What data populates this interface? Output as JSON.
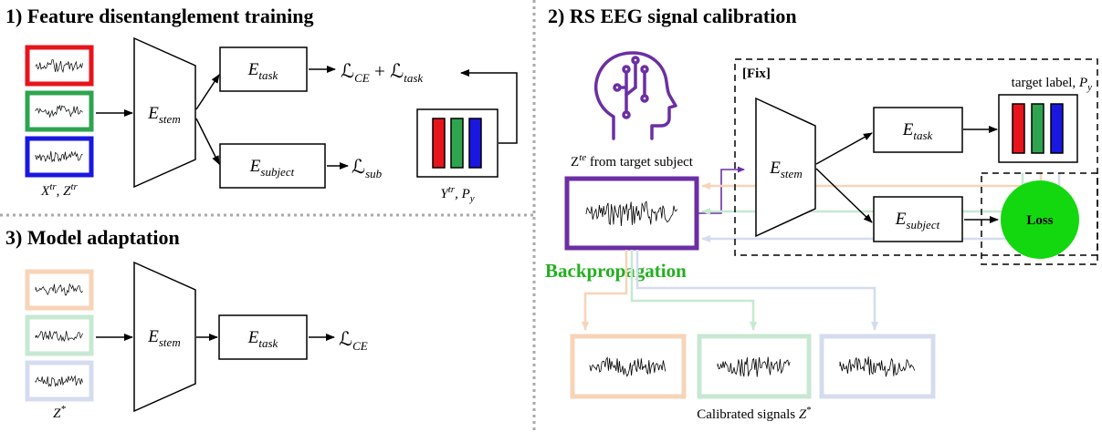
{
  "colors": {
    "red": "#e8141c",
    "green": "#2ea44f",
    "blue": "#1a17e0",
    "purple": "#6b2fa3",
    "loss_green": "#13d80f",
    "backprop_green": "#22b01e",
    "pale_orange": "#f7d4b8",
    "pale_green": "#c7e8d2",
    "pale_blue": "#d6dcef",
    "divider": "#aaaaaa"
  },
  "section1": {
    "title": "1) Feature disentanglement training",
    "input_label": "X^tr, Z^tr",
    "stem_label": "E_stem",
    "task_label": "E_task",
    "subject_label": "E_subject",
    "loss_ce_task": "ℒ_CE + ℒ_task",
    "loss_sub": "ℒ_sub",
    "target_label": "Y^tr, P_y"
  },
  "section2": {
    "title": "2) RS EEG signal calibration",
    "fix_label": "[Fix]",
    "target_subject_label": "Z^te from target subject",
    "stem_label": "E_stem",
    "task_label": "E_task",
    "subject_label": "E_subject",
    "target_label_text": "target label, P_y",
    "loss_label": "Loss",
    "backprop_label": "Backpropagation",
    "calibrated_label": "Calibrated signals Z*"
  },
  "section3": {
    "title": "3) Model adaptation",
    "input_label": "Z*",
    "stem_label": "E_stem",
    "task_label": "E_task",
    "loss_ce": "ℒ_CE"
  }
}
